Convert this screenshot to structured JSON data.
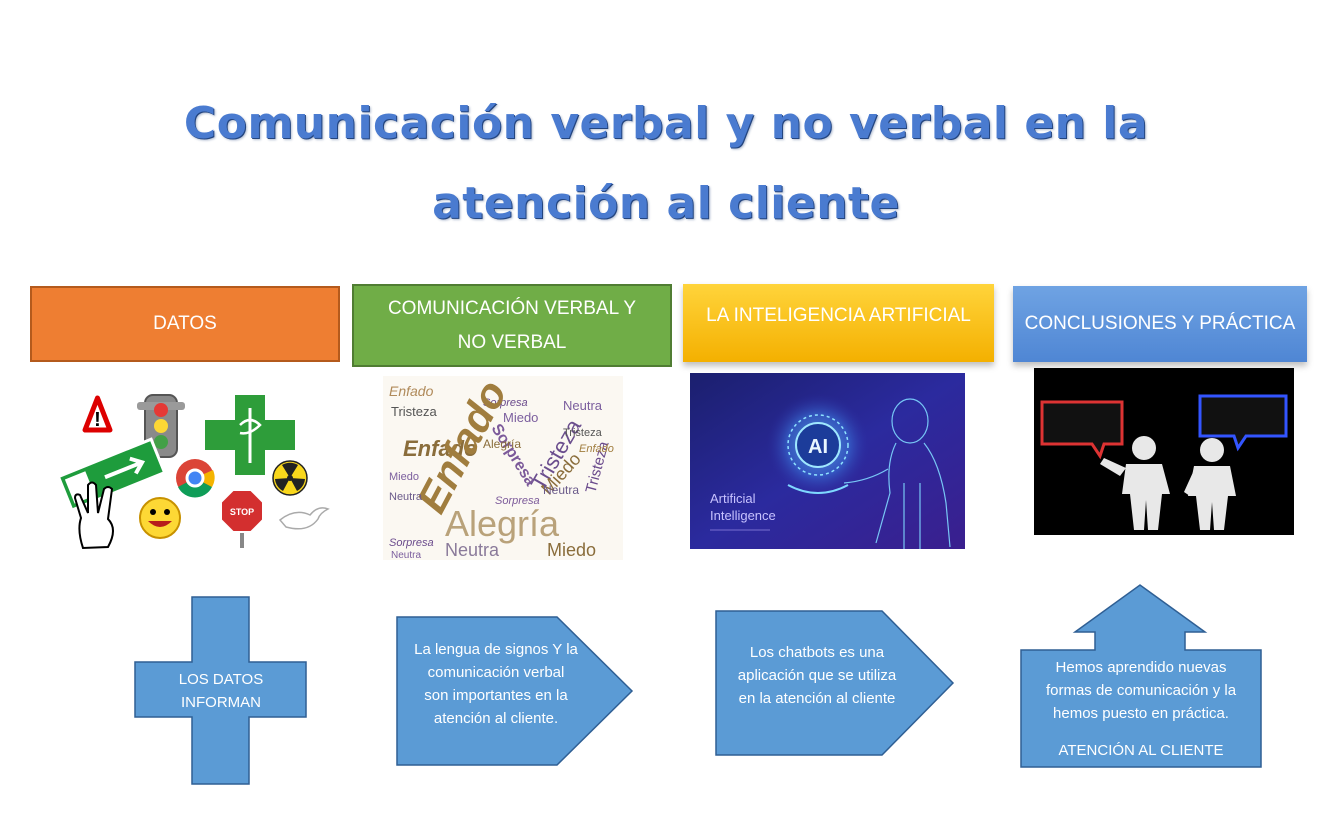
{
  "title": {
    "line1": "Comunicación verbal y no verbal en la",
    "line2": "atención al cliente"
  },
  "headers": {
    "datos": "DATOS",
    "comunicacion_line1": "COMUNICACIÓN VERBAL Y",
    "comunicacion_line2": "NO VERBAL",
    "ia": "LA INTELIGENCIA ARTIFICIAL",
    "conclusiones": "CONCLUSIONES Y PRÁCTICA"
  },
  "images": {
    "signs": [
      "warning-icon",
      "traffic-light-icon",
      "pharmacy-cross-icon",
      "exit-sign-icon",
      "chrome-icon",
      "radiation-icon",
      "hand-gesture-icon",
      "smiley-icon",
      "stop-sign-icon",
      "dove-icon"
    ],
    "word_cloud": {
      "words": [
        "Enfado",
        "Alegría",
        "Neutra",
        "Miedo",
        "Tristeza",
        "Sorpresa"
      ]
    },
    "ai": {
      "badge": "AI",
      "caption_line1": "Artificial",
      "caption_line2": "Intelligence"
    },
    "chat_figures": [
      "speech-bubble-red-icon",
      "speech-bubble-blue-icon",
      "person-figure-icon"
    ]
  },
  "boxes": {
    "datos": [
      "LOS DATOS",
      "INFORMAN"
    ],
    "comunicacion": [
      "La lengua de signos Y la",
      "comunicación verbal",
      "son importantes en la",
      "atención al cliente."
    ],
    "ia": [
      "Los chatbots es una",
      "aplicación que se utiliza",
      "en la atención al cliente"
    ],
    "conclusiones": [
      "Hemos aprendido nuevas",
      "formas de comunicación y la",
      "hemos puesto en práctica."
    ],
    "conclusiones_footer": "ATENCIÓN AL CLIENTE"
  },
  "colors": {
    "title": "#4a7bd0",
    "orange": "#ee7e32",
    "green": "#70ad47",
    "yellow": "#f4b000",
    "blue": "#5b9bd5"
  }
}
